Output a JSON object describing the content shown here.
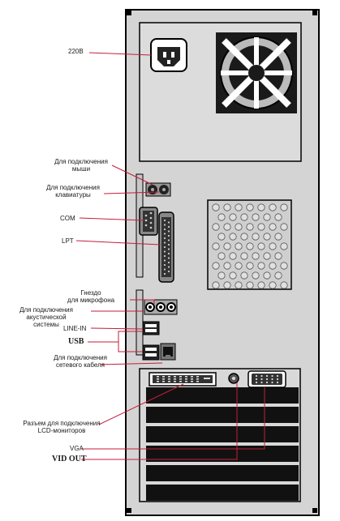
{
  "labels": {
    "power": "220В",
    "mouse": [
      "Для подключения",
      "мыши"
    ],
    "keyboard": [
      "Для подключения",
      "клавиатуры"
    ],
    "com": "COM",
    "lpt": "LPT",
    "microphone": [
      "Гнездо",
      "для микрофона"
    ],
    "speakers": [
      "Для подключения",
      "акустической",
      "системы"
    ],
    "line_in": "LINE-IN",
    "usb": "USB",
    "network": [
      "Для подключения",
      "сетевого кабеля"
    ],
    "lcd": [
      "Разъем для подключения",
      "LCD-мониторов"
    ],
    "vga": "VGA",
    "vid_out": "VID OUT"
  },
  "colors": {
    "case_fill": "#d4d4d4",
    "outline": "#000000",
    "leader_line": "#c41e3a"
  }
}
